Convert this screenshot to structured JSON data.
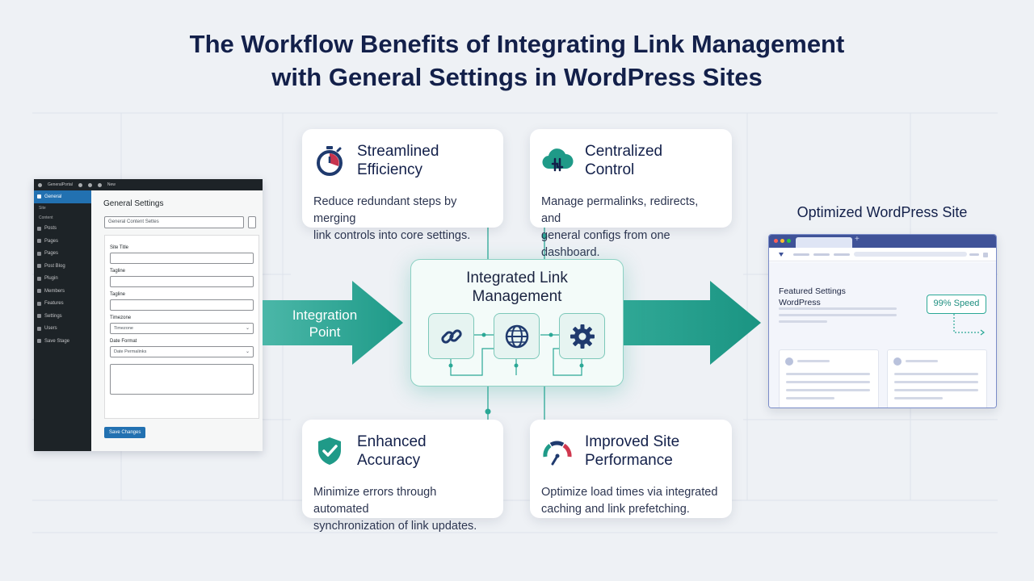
{
  "title": {
    "line1": "The Workflow Benefits of Integrating Link Management",
    "line2": "with General Settings in WordPress Sites"
  },
  "wp_admin": {
    "topbar_site": "GeneralPortal",
    "topbar_new": "New",
    "sidebar_items": [
      {
        "label": "General",
        "active": true
      },
      {
        "label": "Site",
        "sub": true
      },
      {
        "label": "Content",
        "sub": true
      },
      {
        "label": "Posts"
      },
      {
        "label": "Pages"
      },
      {
        "label": "Pages"
      },
      {
        "label": "Post Blog"
      },
      {
        "label": "Plugin"
      },
      {
        "label": "Members"
      },
      {
        "label": "Features"
      },
      {
        "label": "Settings"
      },
      {
        "label": "Users"
      },
      {
        "label": "Save Stage"
      }
    ],
    "heading": "General Settings",
    "search_value": "General Content Settes",
    "fields": [
      {
        "label": "Site Title",
        "value": "",
        "type": "text"
      },
      {
        "label": "Tagline",
        "value": "",
        "type": "text"
      },
      {
        "label": "Tagline",
        "value": "",
        "type": "text"
      },
      {
        "label": "Timezone",
        "value": "Timezone",
        "type": "select"
      },
      {
        "label": "Date Format",
        "value": "Date Permalinks",
        "type": "select"
      }
    ],
    "save_label": "Save Changes"
  },
  "cards": {
    "efficiency": {
      "title_line1": "Streamlined",
      "title_line2": "Efficiency",
      "text_line1": "Reduce redundant steps by merging",
      "text_line2": "link controls into core settings."
    },
    "control": {
      "title_line1": "Centralized",
      "title_line2": "Control",
      "text_line1": "Manage permalinks, redirects, and",
      "text_line2": "general configs from one dashboard."
    },
    "accuracy": {
      "title_line1": "Enhanced",
      "title_line2": "Accuracy",
      "text_line1": "Minimize errors through automated",
      "text_line2": "synchronization of link updates."
    },
    "performance": {
      "title_line1": "Improved Site",
      "title_line2": "Performance",
      "text_line1": "Optimize load times via integrated",
      "text_line2": "caching and link prefetching."
    }
  },
  "hub": {
    "title_line1": "Integrated Link",
    "title_line2": "Management",
    "icons": [
      "link-icon",
      "globe-icon",
      "gear-icon"
    ]
  },
  "integration_arrow": {
    "line1": "Integration",
    "line2": "Point"
  },
  "optimized_site": {
    "title": "Optimized WordPress Site",
    "heading_line1": "Featured Settings",
    "heading_line2": "WordPress",
    "speed_badge": "99% Speed"
  },
  "colors": {
    "teal": "#2ba896",
    "navy": "#13204a",
    "wp_blue": "#2271b1",
    "browser_blue": "#3f5298"
  }
}
